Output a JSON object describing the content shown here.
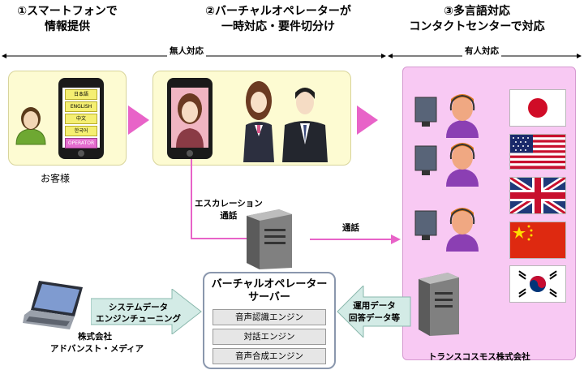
{
  "steps": [
    {
      "line1": "①スマートフォンで",
      "line2": "情報提供"
    },
    {
      "line1": "②バーチャルオペレーターが",
      "line2": "一時対応・要件切分け"
    },
    {
      "line1": "③多言語対応",
      "line2": "コンタクトセンターで対応"
    }
  ],
  "ranges": {
    "unmanned": "無人対応",
    "manned": "有人対応"
  },
  "customer_label": "お客様",
  "phone_menu": [
    "日本語",
    "ENGLISH",
    "中文",
    "한국어",
    "OPERATOR"
  ],
  "escalation": {
    "line1": "エスカレーション",
    "line2": "通話"
  },
  "call_label": "通話",
  "server": {
    "title_line1": "バーチャルオペレーター",
    "title_line2": "サーバー",
    "engines": [
      "音声認識エンジン",
      "対話エンジン",
      "音声合成エンジン"
    ]
  },
  "system_arrow": {
    "line1": "システムデータ",
    "line2": "エンジンチューニング"
  },
  "vendor": {
    "line1": "株式会社",
    "line2": "アドバンスト・メディア"
  },
  "ops_arrow": {
    "line1": "運用データ",
    "line2": "回答データ等"
  },
  "company_label": "トランスコスモス株式会社",
  "flags": [
    "japan",
    "usa",
    "uk",
    "china",
    "korea"
  ],
  "colors": {
    "accent_pink": "#e863c8",
    "panel_yellow": "#fdfbd2",
    "panel_pink": "#f8c9f3",
    "arrow_teal": "#d3ebe6"
  }
}
